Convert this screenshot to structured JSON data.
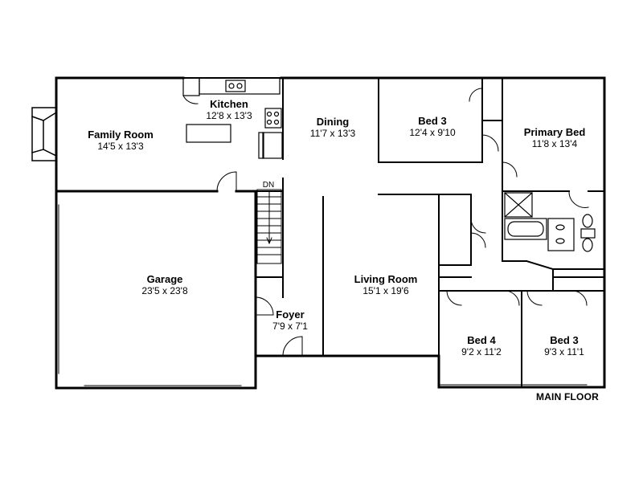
{
  "plan_title": "MAIN FLOOR",
  "stair_label": "DN",
  "rooms": [
    {
      "id": "family-room",
      "name": "Family Room",
      "dims": "14'5 x 13'3"
    },
    {
      "id": "kitchen",
      "name": "Kitchen",
      "dims": "12'8 x 13'3"
    },
    {
      "id": "dining",
      "name": "Dining",
      "dims": "11'7 x 13'3"
    },
    {
      "id": "bed-3-top",
      "name": "Bed 3",
      "dims": "12'4 x 9'10"
    },
    {
      "id": "primary-bed",
      "name": "Primary Bed",
      "dims": "11'8 x 13'4"
    },
    {
      "id": "garage",
      "name": "Garage",
      "dims": "23'5 x 23'8"
    },
    {
      "id": "living-room",
      "name": "Living Room",
      "dims": "15'1 x 19'6"
    },
    {
      "id": "foyer",
      "name": "Foyer",
      "dims": "7'9 x 7'1"
    },
    {
      "id": "bed-4",
      "name": "Bed 4",
      "dims": "9'2 x 11'2"
    },
    {
      "id": "bed-3-bottom",
      "name": "Bed 3",
      "dims": "9'3 x 11'1"
    }
  ]
}
